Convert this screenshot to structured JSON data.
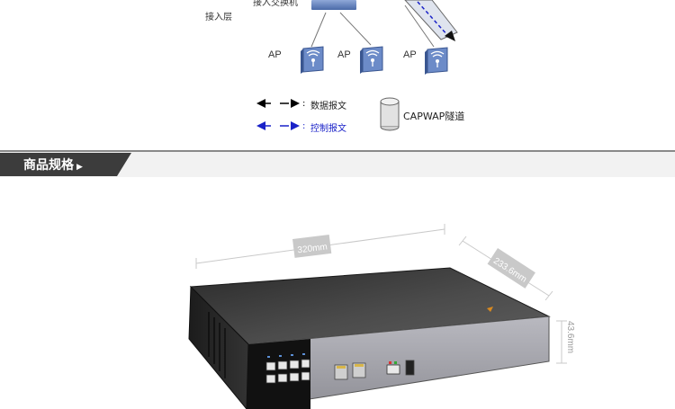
{
  "diagram": {
    "access_switch_label": "接入交换机",
    "access_layer_label": "接入层",
    "ap_labels": [
      "AP",
      "AP",
      "AP"
    ],
    "legend": {
      "data_packet": "数据报文",
      "control_packet": "控制报文",
      "tunnel": "CAPWAP隧道",
      "colon": ":"
    },
    "colors": {
      "data_arrow": "#000000",
      "control_arrow": "#1a22c8",
      "ap_icon": "#5a7cc0"
    }
  },
  "section": {
    "title": "商品规格",
    "bar_color": "#3c3c3c"
  },
  "product": {
    "dimensions": {
      "width": "320mm",
      "depth": "233.6mm",
      "height": "43.6mm"
    }
  }
}
